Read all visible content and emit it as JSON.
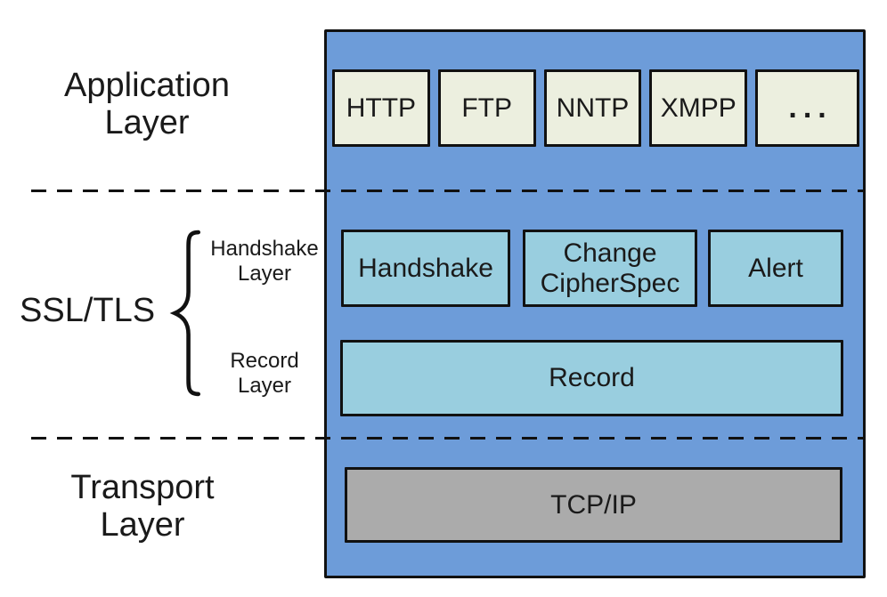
{
  "labels": {
    "application_layer": "Application\nLayer",
    "ssl_tls": "SSL/TLS",
    "handshake_layer": "Handshake\nLayer",
    "record_layer": "Record\nLayer",
    "transport_layer": "Transport\nLayer"
  },
  "stack": {
    "application_protocols": [
      "HTTP",
      "FTP",
      "NNTP",
      "XMPP",
      "..."
    ],
    "ssl_boxes": [
      "Handshake",
      "Change CipherSpec",
      "Alert"
    ],
    "record_box": "Record",
    "transport_box": "TCP/IP"
  },
  "colors": {
    "panel_blue": "#6D9CD9",
    "app_box_bg": "#ECEFDF",
    "ssl_box_bg": "#99CEDF",
    "tcp_box_bg": "#ABABAB",
    "line_color": "#111111",
    "text_color": "#1a1a1a"
  }
}
